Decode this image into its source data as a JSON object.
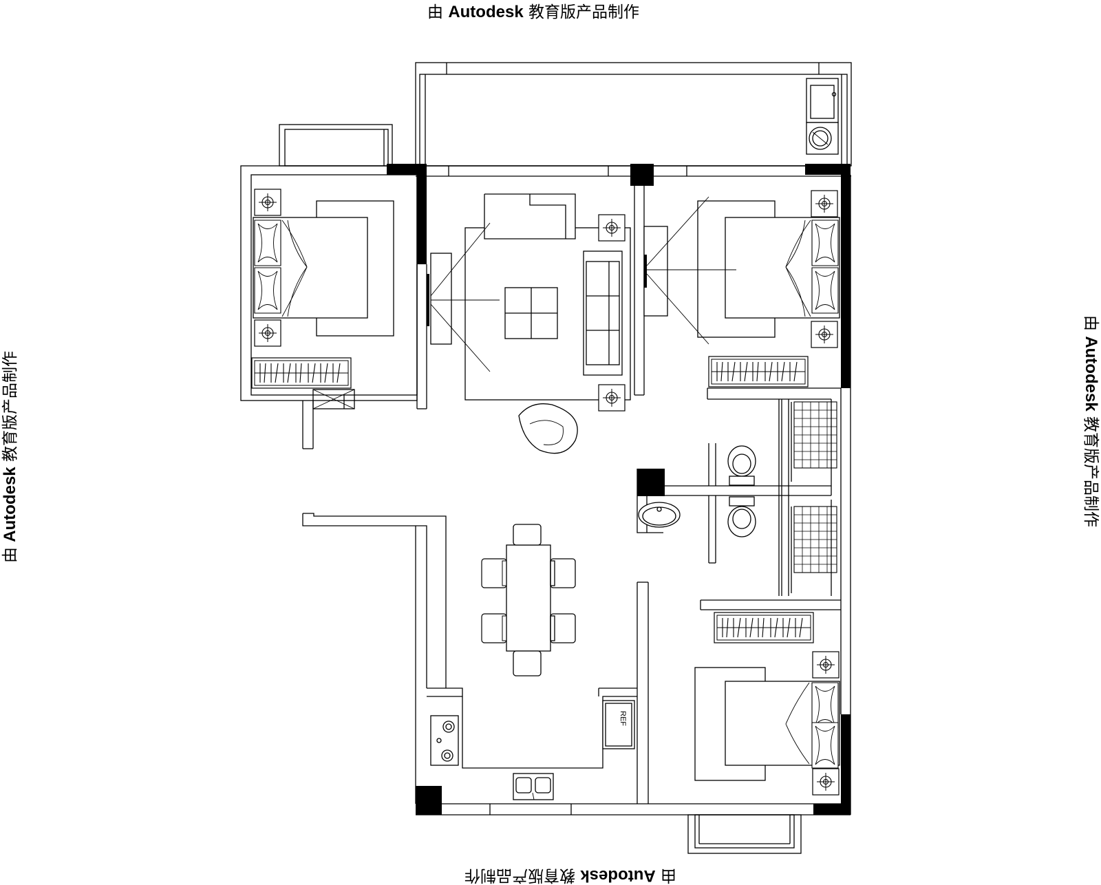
{
  "watermark": {
    "prefix": "由",
    "brand": "Autodesk",
    "suffix": "教育版产品制作"
  },
  "plan": {
    "fridge_label": "REF"
  }
}
